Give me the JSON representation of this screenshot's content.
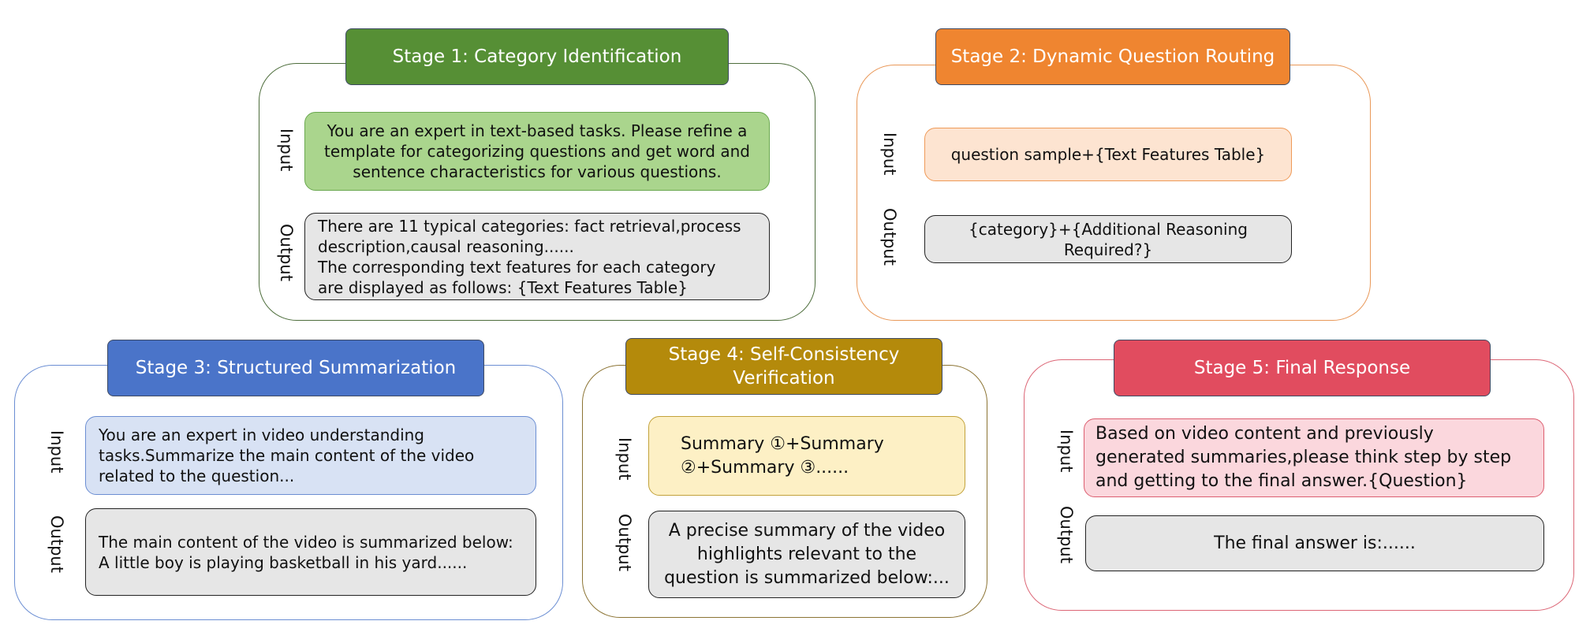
{
  "colors": {
    "stage1": {
      "header": "#568f35",
      "border": "#4d6d3b",
      "input_bg": "#aad58d",
      "input_border": "#6aa84f",
      "output_bg": "#e6e6e6"
    },
    "stage2": {
      "header": "#ef8530",
      "border": "#e99858",
      "input_bg": "#fde4d1",
      "input_border": "#ef9a58",
      "output_bg": "#e6e6e6"
    },
    "stage3": {
      "header": "#4a74c9",
      "border": "#6b8ed3",
      "input_bg": "#d8e2f4",
      "input_border": "#6b8ed3",
      "output_bg": "#e6e6e6"
    },
    "stage4": {
      "header": "#b48a0b",
      "border": "#8c7434",
      "input_bg": "#fdf0c5",
      "input_border": "#c2a23b",
      "output_bg": "#e6e6e6"
    },
    "stage5": {
      "header": "#e14c5f",
      "border": "#dc6676",
      "input_bg": "#fbd7dd",
      "input_border": "#dc5e6f",
      "output_bg": "#e6e6e6"
    }
  },
  "labels": {
    "input": "Input",
    "output": "Output"
  },
  "stages": [
    {
      "title": "Stage 1: Category Identification",
      "input": "You are an expert in text-based tasks. Please refine a\ntemplate for categorizing questions and get word and\nsentence characteristics for various questions.",
      "output": "There are 11 typical categories: fact retrieval,process\ndescription,causal reasoning......\nThe corresponding text features for each category\nare displayed as follows:  {Text Features Table}"
    },
    {
      "title": "Stage 2: Dynamic Question Routing",
      "input": "question sample+{Text Features Table}",
      "output": "{category}+{Additional Reasoning\nRequired?}"
    },
    {
      "title": "Stage 3: Structured Summarization",
      "input": "You are an expert in video understanding\ntasks.Summarize the main content of the video\nrelated to the question...",
      "output": "The main content of the video is summarized below:\nA little boy is playing basketball in his yard......"
    },
    {
      "title": "Stage 4: Self-Consistency\nVerification",
      "input": "Summary ①+Summary\n②+Summary ③......",
      "output": "A precise summary of the video\nhighlights relevant to the\nquestion is summarized below:..."
    },
    {
      "title": "Stage 5: Final Response",
      "input": "Based on video content and previously\ngenerated summaries,please think step by step\nand getting to the final answer.{Question}",
      "output": "The final answer is:......"
    }
  ]
}
